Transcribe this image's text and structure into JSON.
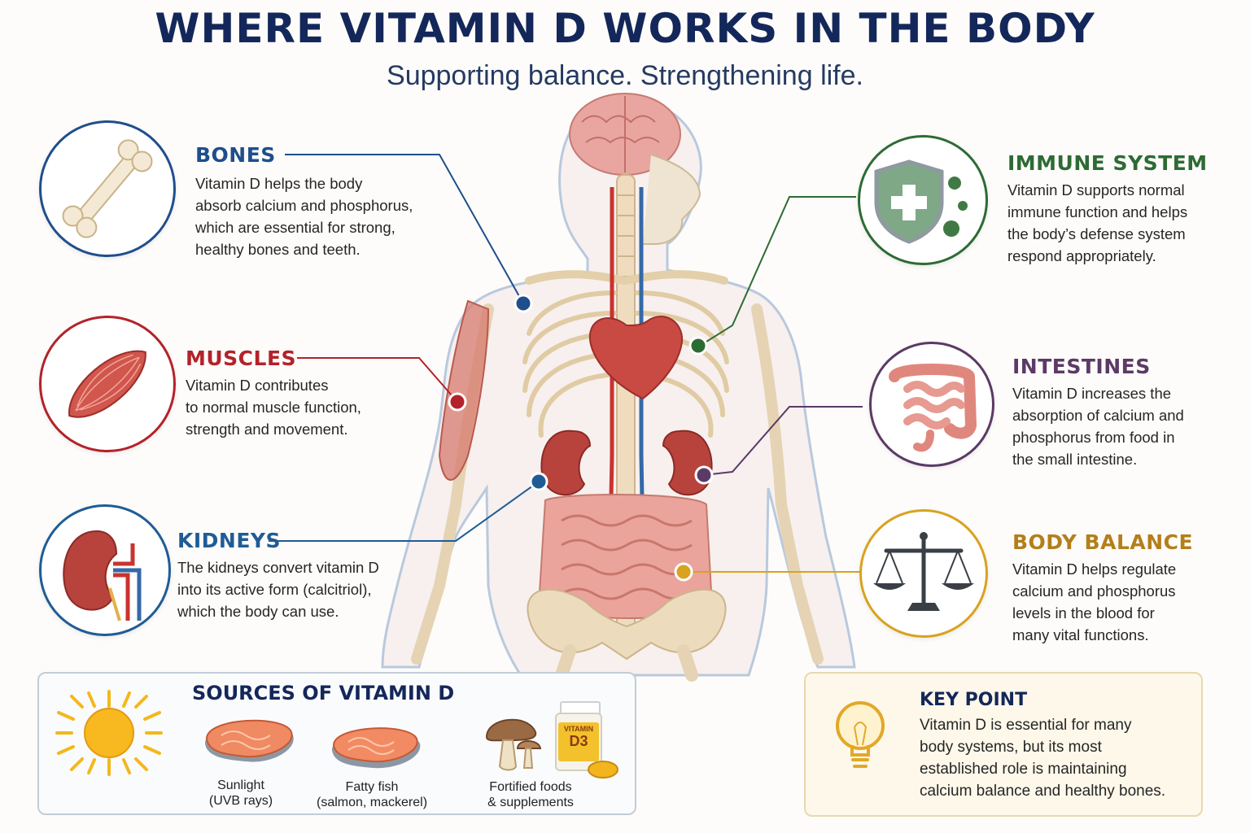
{
  "header": {
    "title": "WHERE VITAMIN D WORKS IN THE BODY",
    "subtitle": "Supporting balance. Strengthening life."
  },
  "sections": {
    "bones": {
      "title": "BONES",
      "lines": [
        "Vitamin D helps the body",
        "absorb calcium and phosphorus,",
        "which are essential for strong,",
        "healthy bones and teeth."
      ],
      "color": "#1f4e8c"
    },
    "muscles": {
      "title": "MUSCLES",
      "lines": [
        "Vitamin D contributes",
        "to normal muscle function,",
        "strength and movement."
      ],
      "color": "#b3222a"
    },
    "kidneys": {
      "title": "KIDNEYS",
      "lines": [
        "The kidneys convert vitamin D",
        "into its active form (calcitriol),",
        "which the body can use."
      ],
      "color": "#1f5c96"
    },
    "immune": {
      "title": "IMMUNE SYSTEM",
      "lines": [
        "Vitamin D supports normal",
        "immune function and helps",
        "the body’s defense system",
        "respond appropriately."
      ],
      "color": "#2d6b34"
    },
    "intestines": {
      "title": "INTESTINES",
      "lines": [
        "Vitamin D increases the",
        "absorption of calcium and",
        "phosphorus from food in",
        "the small intestine."
      ],
      "color": "#5b3a66"
    },
    "balance": {
      "title": "BODY BALANCE",
      "lines": [
        "Vitamin D helps regulate",
        "calcium and phosphorus",
        "levels in the blood for",
        "many vital functions."
      ],
      "color": "#d9a21f"
    }
  },
  "sources": {
    "title": "SOURCES OF VITAMIN D",
    "items": [
      {
        "line1": "Sunlight",
        "line2": "(UVB rays)"
      },
      {
        "line1": "Fatty fish",
        "line2": "(salmon, mackerel)"
      },
      {
        "line1": "Fortified foods",
        "line2": "& supplements"
      }
    ],
    "bottle_label_top": "VITAMIN",
    "bottle_label_main": "D3"
  },
  "key_point": {
    "title": "KEY POINT",
    "lines": [
      "Vitamin D is essential for many",
      "body systems, but its most",
      "established role is maintaining",
      "calcium balance and healthy bones."
    ]
  },
  "colors": {
    "navy": "#14275a",
    "bones_blue": "#1f4e8c",
    "muscle_red": "#b3222a",
    "immune_green": "#2d6b34",
    "intestine_purple": "#5b3a66",
    "balance_gold": "#d9a21f"
  }
}
